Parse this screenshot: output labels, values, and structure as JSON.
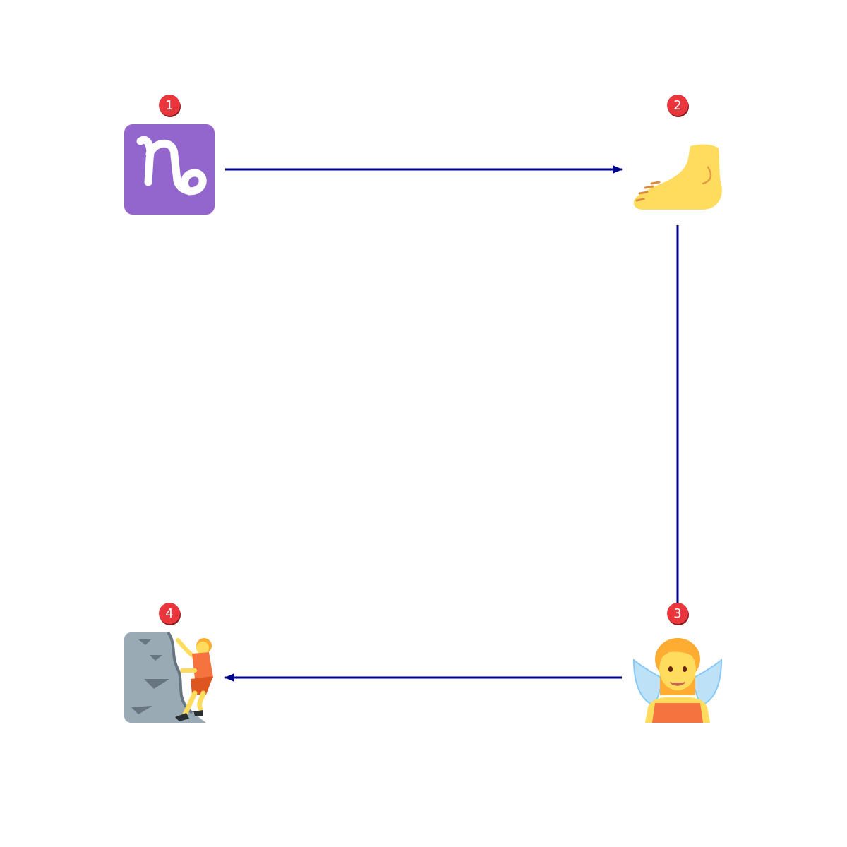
{
  "diagram": {
    "colors": {
      "edge": "#00008b",
      "badge_fill": "#e8363c",
      "badge_shadow": "#8a1c1f",
      "badge_text": "#ffffff"
    },
    "nodes": [
      {
        "badge": "1",
        "icon": "capricorn-icon"
      },
      {
        "badge": "2",
        "icon": "foot-icon"
      },
      {
        "badge": "3",
        "icon": "fairy-icon"
      },
      {
        "badge": "4",
        "icon": "person-climbing-icon"
      }
    ],
    "edges": [
      {
        "from": "1",
        "to": "2",
        "arrow": "end"
      },
      {
        "from": "2",
        "to": "3",
        "arrow": "none"
      },
      {
        "from": "3",
        "to": "4",
        "arrow": "end"
      }
    ]
  }
}
